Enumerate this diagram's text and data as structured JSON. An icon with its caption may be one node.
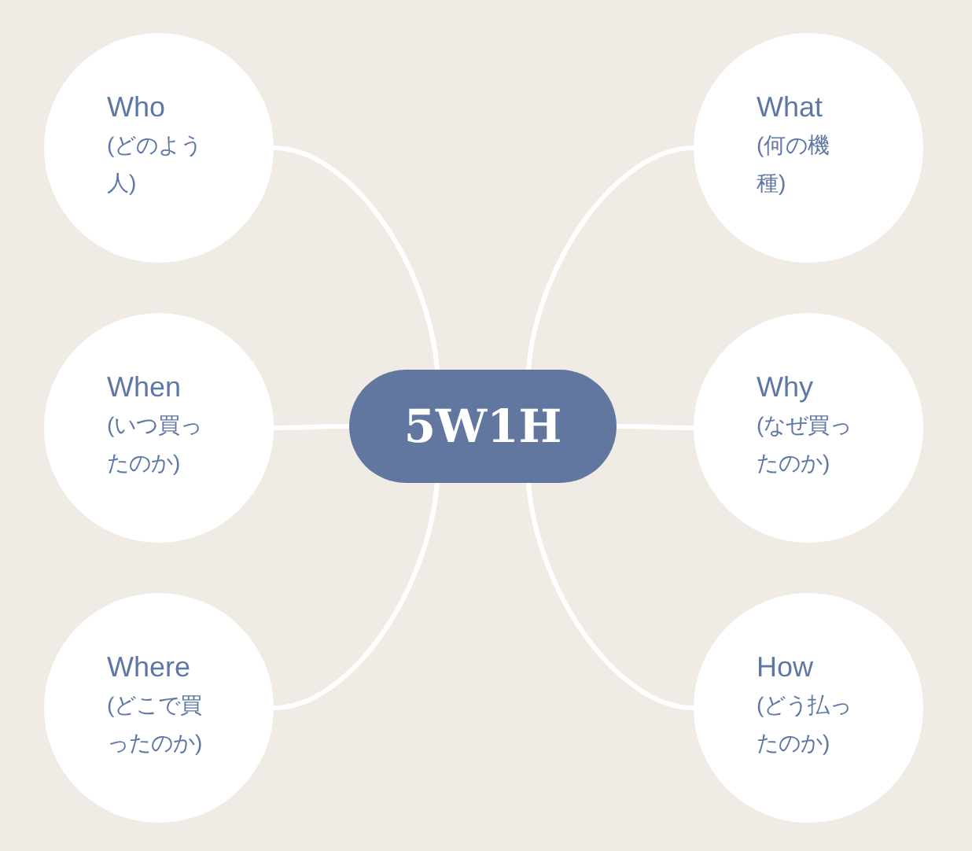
{
  "diagram": {
    "nodes": [
      {
        "text": [
          "Who",
          "(どのよう人)"
        ]
      },
      {
        "text": [
          "What",
          "(何の機種)"
        ]
      },
      {
        "text": [
          "When",
          "(いつ買ったのか)"
        ]
      },
      {
        "text": [
          "5W1H"
        ]
      },
      {
        "text": [
          "Why",
          "(なぜ買ったのか)"
        ]
      },
      {
        "text": [
          "Where",
          "(どこで買ったのか)"
        ]
      },
      {
        "text": [
          "How",
          "(どう払ったのか)"
        ]
      }
    ],
    "edges": [
      {
        "from": 3,
        "to": 0,
        "arrow": "none"
      },
      {
        "from": 3,
        "to": 1,
        "arrow": "none"
      },
      {
        "from": 3,
        "to": 2,
        "arrow": "none"
      },
      {
        "from": 3,
        "to": 4,
        "arrow": "none"
      },
      {
        "from": 3,
        "to": 5,
        "arrow": "none"
      },
      {
        "from": 3,
        "to": 6,
        "arrow": "none"
      }
    ]
  }
}
